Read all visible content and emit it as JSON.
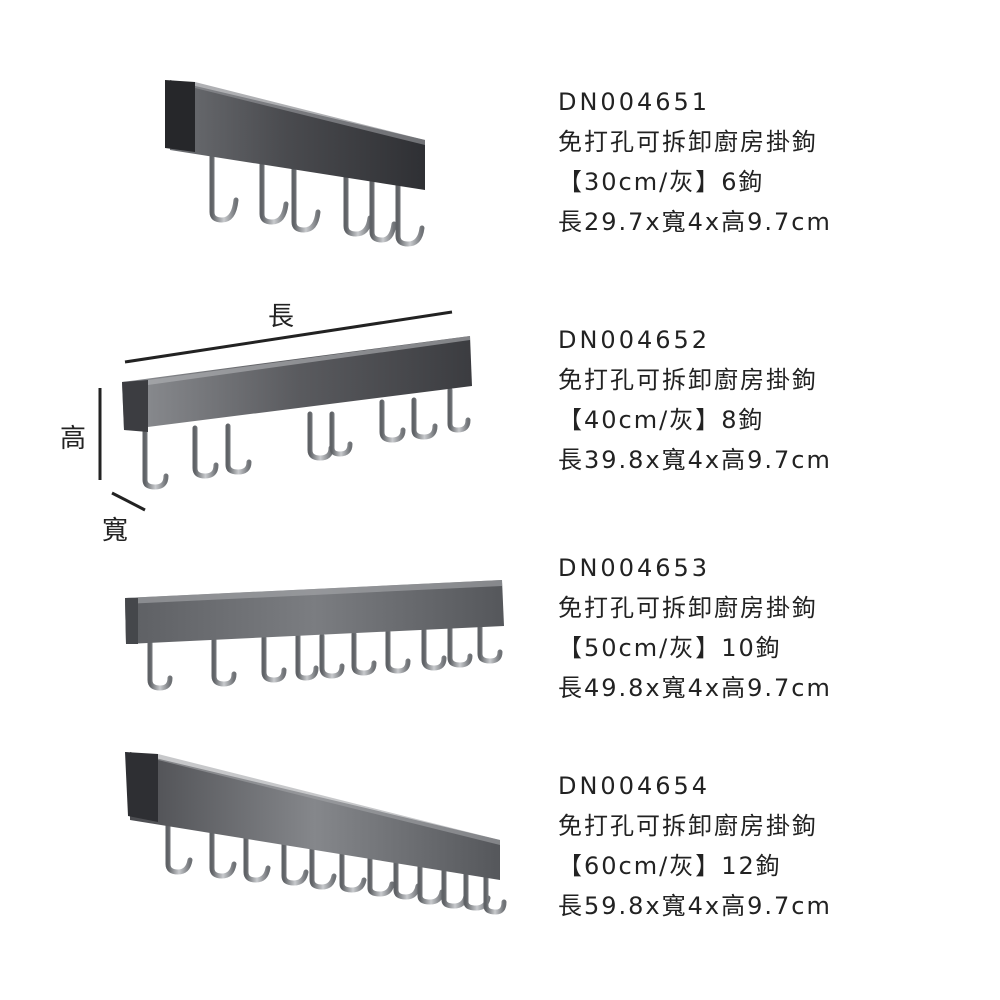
{
  "products": [
    {
      "code": "DN004651",
      "name": "免打孔可拆卸廚房掛鉤",
      "variant": "【30cm/灰】6鉤",
      "dimensions": "長29.7x寬4x高9.7cm",
      "hook_count": 6
    },
    {
      "code": "DN004652",
      "name": "免打孔可拆卸廚房掛鉤",
      "variant": "【40cm/灰】8鉤",
      "dimensions": "長39.8x寬4x高9.7cm",
      "hook_count": 8
    },
    {
      "code": "DN004653",
      "name": "免打孔可拆卸廚房掛鉤",
      "variant": "【50cm/灰】10鉤",
      "dimensions": "長49.8x寬4x高9.7cm",
      "hook_count": 10
    },
    {
      "code": "DN004654",
      "name": "免打孔可拆卸廚房掛鉤",
      "variant": "【60cm/灰】12鉤",
      "dimensions": "長59.8x寬4x高9.7cm",
      "hook_count": 12
    }
  ],
  "dimension_labels": {
    "length": "長",
    "height": "高",
    "width": "寬"
  },
  "colors": {
    "bar_dark": "#3a3b3f",
    "bar_light": "#9a9ca0",
    "hook_metal": "#8c8f94",
    "text": "#222222"
  }
}
